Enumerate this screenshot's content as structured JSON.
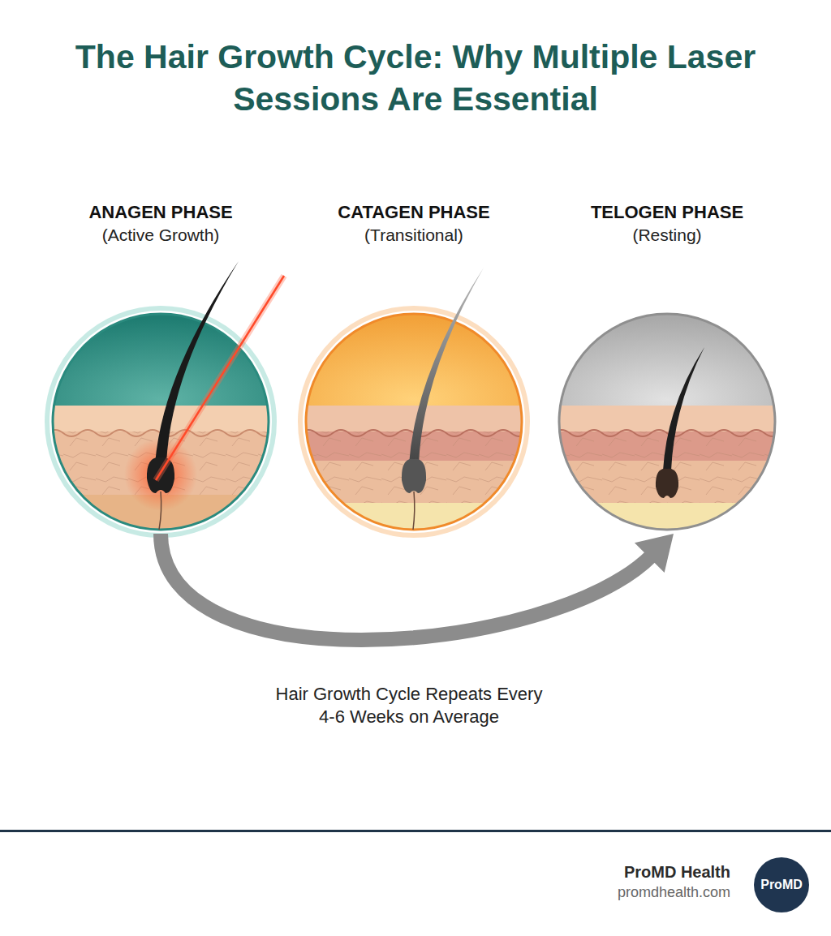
{
  "diagram": {
    "title": "The Hair Growth Cycle: Why Multiple Laser Sessions Are Essential",
    "nodes": [
      {
        "text": [
          "ANAGEN PHASE",
          "(Active Growth)"
        ]
      },
      {
        "text": [
          "CATAGEN PHASE",
          "(Transitional)"
        ]
      },
      {
        "text": [
          "TELOGEN PHASE",
          "(Resting)"
        ]
      }
    ],
    "edges": [
      {
        "from": 0,
        "to": 2,
        "arrow": "to",
        "label": "Hair Growth Cycle Repeats Every 4-6 Weeks on Average"
      }
    ],
    "labels": [
      "ProMD Health",
      "promdhealth.com",
      "ProMD"
    ]
  }
}
